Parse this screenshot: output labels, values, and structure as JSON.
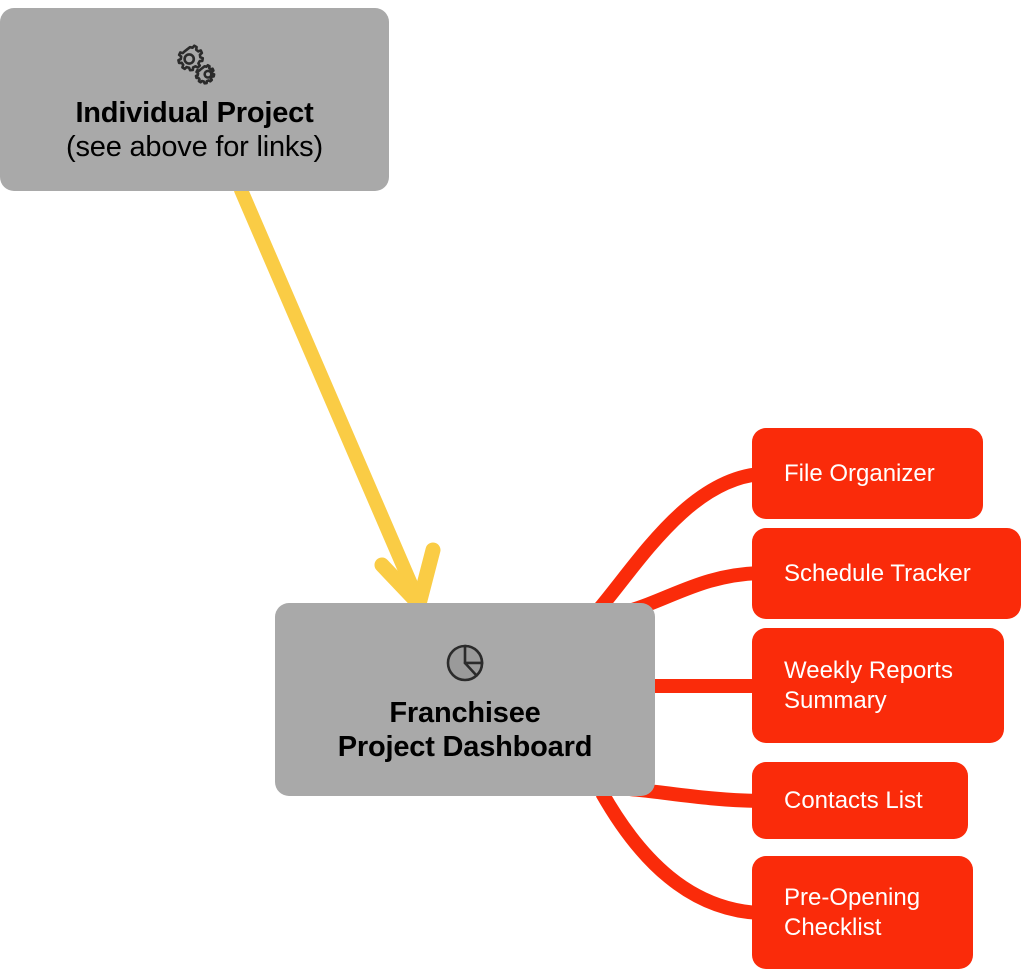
{
  "diagram": {
    "type": "flowchart",
    "background": "#ffffff",
    "colors": {
      "node_gray": "#a9a9a9",
      "node_red": "#fa2b0a",
      "arrow_yellow": "#facc45",
      "edge_red": "#fa2b0a",
      "text_dark": "#000000",
      "text_light": "#ffffff"
    }
  },
  "nodes": {
    "individual_project": {
      "title": "Individual Project",
      "subtitle": "(see above for links)",
      "icon": "gears-icon"
    },
    "dashboard": {
      "title_line1": "Franchisee",
      "title_line2": "Project Dashboard",
      "icon": "pie-chart-icon"
    },
    "children": [
      {
        "label": "File Organizer"
      },
      {
        "label": "Schedule Tracker"
      },
      {
        "label": "Weekly Reports\nSummary"
      },
      {
        "label": "Contacts List"
      },
      {
        "label": "Pre-Opening\nChecklist"
      }
    ]
  },
  "edges": [
    {
      "from": "individual_project",
      "to": "dashboard",
      "style": "arrow",
      "color": "#facc45"
    },
    {
      "from": "dashboard",
      "to": "File Organizer",
      "style": "curve",
      "color": "#fa2b0a"
    },
    {
      "from": "dashboard",
      "to": "Schedule Tracker",
      "style": "curve",
      "color": "#fa2b0a"
    },
    {
      "from": "dashboard",
      "to": "Weekly Reports Summary",
      "style": "curve",
      "color": "#fa2b0a"
    },
    {
      "from": "dashboard",
      "to": "Contacts List",
      "style": "curve",
      "color": "#fa2b0a"
    },
    {
      "from": "dashboard",
      "to": "Pre-Opening Checklist",
      "style": "curve",
      "color": "#fa2b0a"
    }
  ]
}
